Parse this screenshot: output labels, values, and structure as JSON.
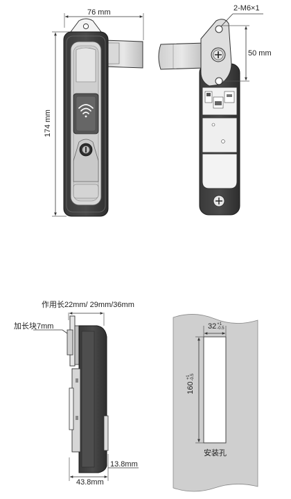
{
  "front_view": {
    "width_label": "76 mm",
    "height_label": "174 mm"
  },
  "side_view": {
    "hole_label": "2-M6×1",
    "spacing_label": "50 mm"
  },
  "profile_view": {
    "throw_label": "作用长22mm/ 29mm/36mm",
    "extension_label": "加长块7mm",
    "depth_label": "43.8mm",
    "min_depth_label": "13.8mm"
  },
  "cutout_view": {
    "width_label": "32",
    "width_tol_upper": "+1",
    "width_tol_lower": "-0.5",
    "height_label": "160",
    "height_tol_upper": "+1",
    "height_tol_lower": "-0.5",
    "caption": "安装孔"
  },
  "icons": [
    "wifi-icon",
    "keyhole-icon",
    "screw-head-icon",
    "hole-icon"
  ]
}
